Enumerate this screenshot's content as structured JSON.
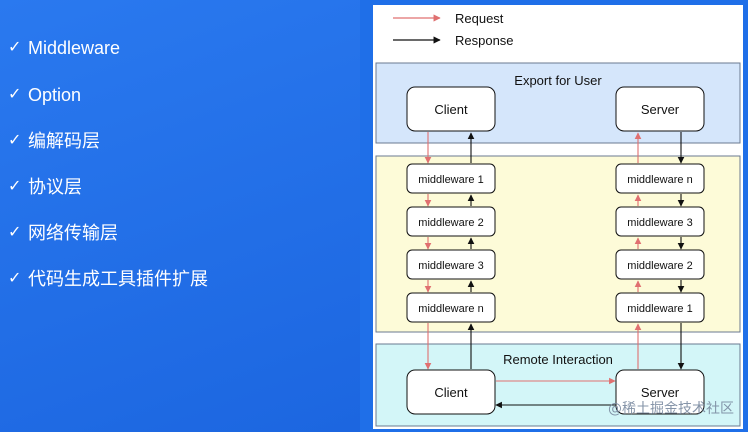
{
  "bullets": {
    "check_symbol": "✓",
    "items": [
      "Middleware",
      "Option",
      "编解码层",
      "协议层",
      "网络传输层",
      "代码生成工具插件扩展"
    ]
  },
  "diagram": {
    "legend": {
      "request": "Request",
      "response": "Response"
    },
    "export_section": {
      "title": "Export for User"
    },
    "remote_section": {
      "title": "Remote Interaction"
    },
    "nodes": {
      "client": "Client",
      "server": "Server"
    },
    "client_middlewares": [
      "middleware 1",
      "middleware 2",
      "middleware 3",
      "middleware n"
    ],
    "server_middlewares": [
      "middleware n",
      "middleware 3",
      "middleware 2",
      "middleware 1"
    ],
    "colors": {
      "request_arrow": "#e07070",
      "response_arrow": "#111111",
      "export_bg": "#d5e6fb",
      "middleware_bg": "#fdfbd8",
      "remote_bg": "#d3f6f8"
    }
  },
  "watermark": "@稀土掘金技术社区"
}
